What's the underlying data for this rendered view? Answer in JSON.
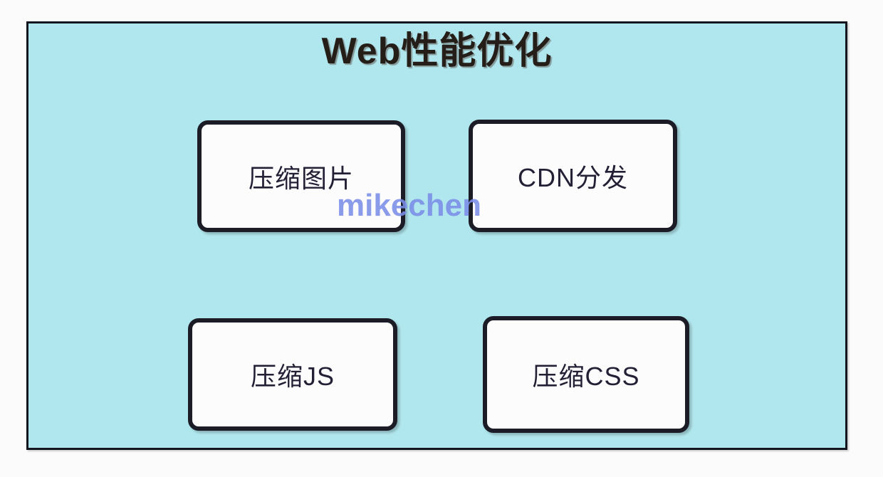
{
  "diagram": {
    "title": "Web性能优化",
    "background_color": "#b0e6ed",
    "border_color": "#14161f",
    "canvas_color": "#fbfbfc",
    "node_fill_color": "#fcfcfd",
    "node_text_color": "#241f35",
    "nodes": [
      {
        "id": "compress-images",
        "label": "压缩图片"
      },
      {
        "id": "cdn-distribution",
        "label": "CDN分发"
      },
      {
        "id": "compress-js",
        "label": "压缩JS"
      },
      {
        "id": "compress-css",
        "label": "压缩CSS"
      }
    ]
  },
  "watermark": {
    "text": "mikechen",
    "color": "#7b8ee8"
  }
}
